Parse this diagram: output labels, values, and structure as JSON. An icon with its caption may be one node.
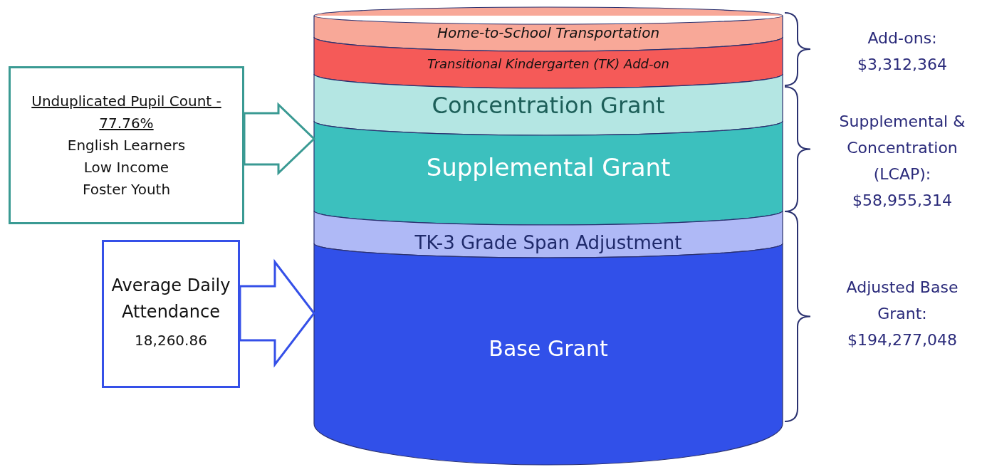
{
  "diagram": {
    "nodes": [
      {
        "text": [
          "Unduplicated Pupil Count - 77.76%",
          "English Learners",
          "Low Income",
          "Foster Youth"
        ]
      },
      {
        "text": [
          "Home-to-School Transportation"
        ]
      },
      {
        "text": [
          "Transitional Kindergarten (TK) Add-on"
        ]
      },
      {
        "text": [
          "Concentration Grant"
        ]
      },
      {
        "text": [
          "Supplemental Grant"
        ]
      },
      {
        "text": [
          "TK-3 Grade Span Adjustment"
        ]
      },
      {
        "text": [
          "Base Grant"
        ]
      },
      {
        "text": [
          "Average Daily Attendance",
          "18,260.86"
        ]
      }
    ],
    "edges": [
      {
        "from": 0,
        "to": 3,
        "arrow": "to",
        "color": "#3a9a93"
      },
      {
        "from": 7,
        "to": 6,
        "arrow": "to",
        "color": "#3550e8"
      }
    ],
    "labels": [
      "Add-ons: $3,312,364",
      "Supplemental & Concentration (LCAP): $58,955,314",
      "Adjusted Base Grant: $194,277,048"
    ]
  }
}
